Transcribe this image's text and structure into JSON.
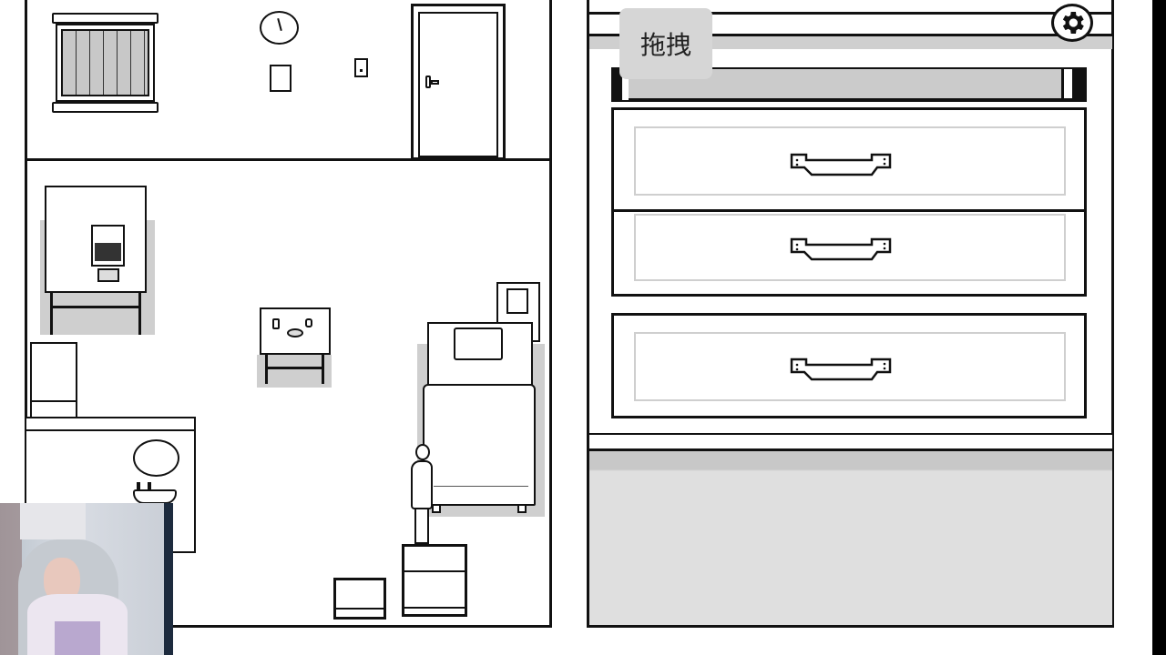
{
  "game": {
    "drag_button_label": "拖拽",
    "settings_icon": "gear-icon",
    "room": {
      "objects": [
        "window",
        "wall-clock",
        "calendar",
        "light-switch",
        "door",
        "desk-with-computer",
        "small-table-with-cups",
        "bed",
        "nightstand-with-picture",
        "fridge",
        "bathroom-mirror",
        "bathroom-sink",
        "player-character",
        "box-large",
        "box-small"
      ]
    },
    "cabinet": {
      "drawer_count": 3,
      "drawers": [
        {
          "label": "drawer-1"
        },
        {
          "label": "drawer-2"
        },
        {
          "label": "drawer-3"
        }
      ]
    }
  },
  "overlay": {
    "webcam": "streamer-webcam"
  },
  "colors": {
    "line": "#111111",
    "shadow": "#cfcfcf",
    "button_bg": "#d6d6d6",
    "cabinet_floor": "#dfdfdf",
    "webcam_edge": "#1d2b3e"
  }
}
